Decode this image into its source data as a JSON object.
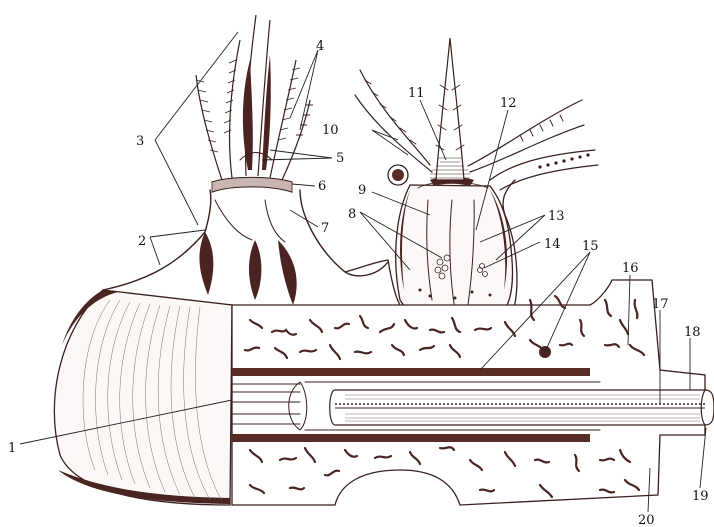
{
  "diagram": {
    "labels": [
      {
        "id": "1",
        "text": "1"
      },
      {
        "id": "2",
        "text": "2"
      },
      {
        "id": "3",
        "text": "3"
      },
      {
        "id": "4",
        "text": "4"
      },
      {
        "id": "5",
        "text": "5"
      },
      {
        "id": "6",
        "text": "6"
      },
      {
        "id": "7",
        "text": "7"
      },
      {
        "id": "8",
        "text": "8"
      },
      {
        "id": "9",
        "text": "9"
      },
      {
        "id": "10",
        "text": "10"
      },
      {
        "id": "11",
        "text": "11"
      },
      {
        "id": "12",
        "text": "12"
      },
      {
        "id": "13",
        "text": "13"
      },
      {
        "id": "14",
        "text": "14"
      },
      {
        "id": "15",
        "text": "15"
      },
      {
        "id": "16",
        "text": "16"
      },
      {
        "id": "17",
        "text": "17"
      },
      {
        "id": "18",
        "text": "18"
      },
      {
        "id": "19",
        "text": "19"
      },
      {
        "id": "20",
        "text": "20"
      }
    ]
  }
}
